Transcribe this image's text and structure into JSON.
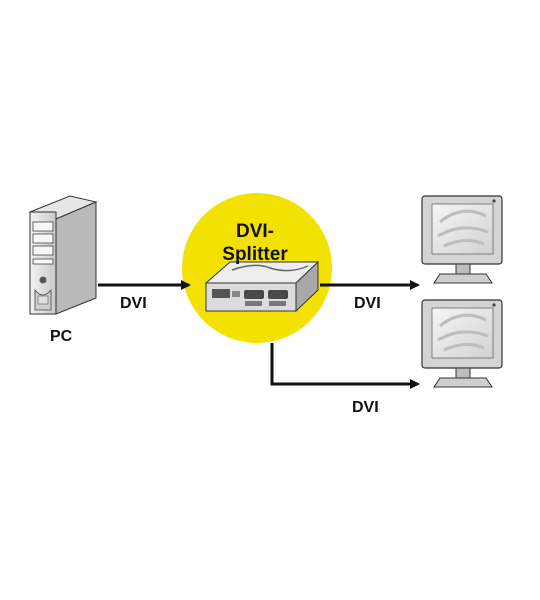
{
  "labels": {
    "pc": "PC",
    "splitter_line1": "DVI-",
    "splitter_line2": "Splitter",
    "link_pc_splitter": "DVI",
    "link_splitter_monitor1": "DVI",
    "link_splitter_monitor2": "DVI"
  },
  "colors": {
    "background": "#ffffff",
    "highlight_circle": "#f3e200",
    "arrow": "#111111",
    "device_gray": "#d9d9d9",
    "screen": "#e7e7e7"
  },
  "icons": [
    "pc-tower-icon",
    "dvi-splitter-box-icon",
    "monitor-icon",
    "monitor-icon"
  ]
}
